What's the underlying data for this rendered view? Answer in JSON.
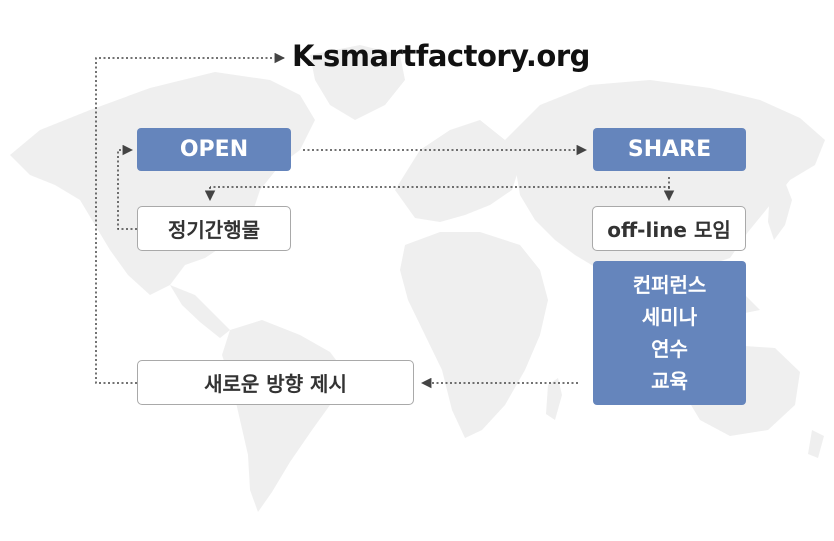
{
  "title": "K-smartfactory.org",
  "nodes": {
    "open": "OPEN",
    "share": "SHARE",
    "periodic": "정기간행물",
    "offline": "off-line 모임",
    "events": [
      "컨퍼런스",
      "세미나",
      "연수",
      "교육"
    ],
    "new_direction": "새로운 방향 제시"
  },
  "colors": {
    "accent_fill": "#6585bc",
    "map": "#efefef",
    "connector": "#444444",
    "outline": "#a9a9a9"
  }
}
